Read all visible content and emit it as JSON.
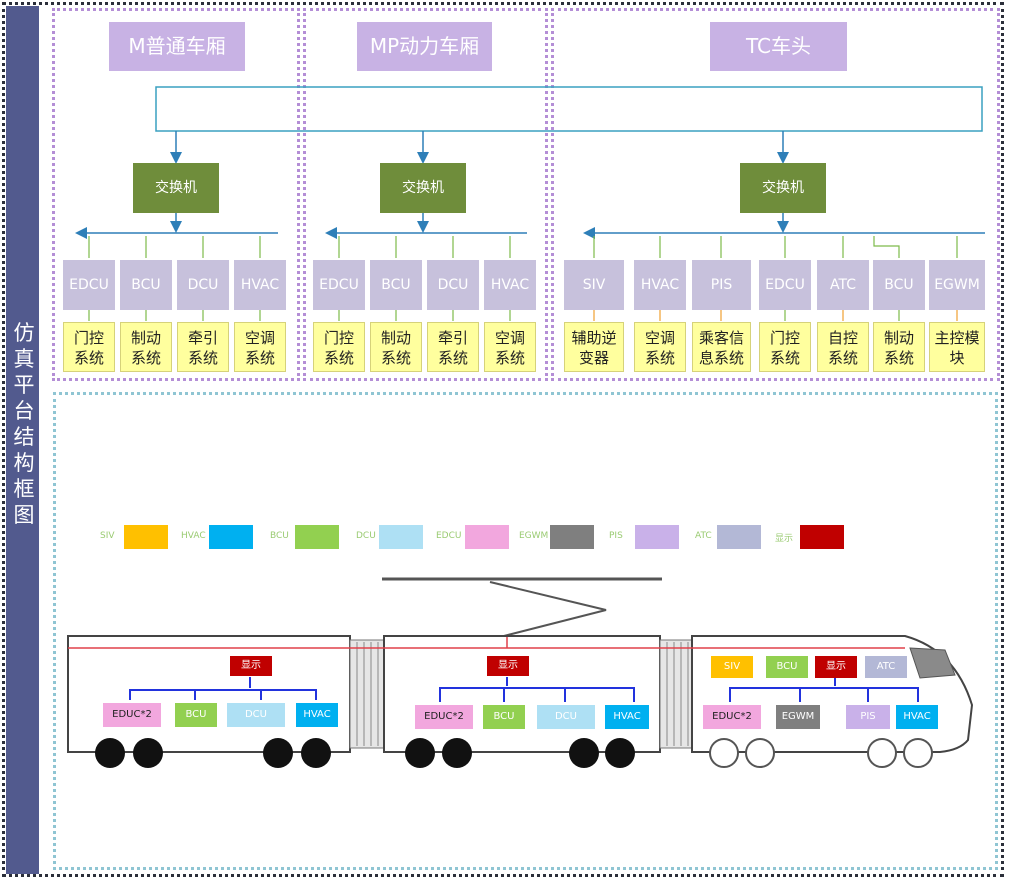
{
  "side_title": "仿真平台结构框图",
  "sections": {
    "m": {
      "title": "M普通车厢",
      "switch": "交换机",
      "modules": [
        "EDCU",
        "BCU",
        "DCU",
        "HVAC"
      ],
      "systems": [
        "门控系统",
        "制动系统",
        "牵引系统",
        "空调系统"
      ]
    },
    "mp": {
      "title": "MP动力车厢",
      "switch": "交换机",
      "modules": [
        "EDCU",
        "BCU",
        "DCU",
        "HVAC"
      ],
      "systems": [
        "门控系统",
        "制动系统",
        "牵引系统",
        "空调系统"
      ]
    },
    "tc": {
      "title": "TC车头",
      "switch": "交换机",
      "modules": [
        "SIV",
        "HVAC",
        "PIS",
        "EDCU",
        "ATC",
        "BCU",
        "EGWM"
      ],
      "systems": [
        "辅助逆变器",
        "空调系统",
        "乘客信息系统",
        "门控系统",
        "自控系统",
        "制动系统",
        "主控模块"
      ]
    }
  },
  "legend": [
    {
      "label": "SIV",
      "color": "#ffc000"
    },
    {
      "label": "HVAC",
      "color": "#00b0f0"
    },
    {
      "label": "BCU",
      "color": "#92d050"
    },
    {
      "label": "DCU",
      "color": "#aee0f4"
    },
    {
      "label": "EDCU",
      "color": "#f2a7de"
    },
    {
      "label": "EGWM",
      "color": "#7f7f7f"
    },
    {
      "label": "PIS",
      "color": "#c9b1e9"
    },
    {
      "label": "ATC",
      "color": "#b3b8d6"
    },
    {
      "label": "显示",
      "color": "#c00000"
    }
  ],
  "train": {
    "car1": {
      "display": "显示",
      "units": [
        "EDUC*2",
        "BCU",
        "DCU",
        "HVAC"
      ]
    },
    "car2": {
      "display": "显示",
      "units": [
        "EDUC*2",
        "BCU",
        "DCU",
        "HVAC"
      ]
    },
    "car3": {
      "display": "显示",
      "top_units": [
        "SIV",
        "BCU",
        "ATC"
      ],
      "units": [
        "EDUC*2",
        "EGWM",
        "PIS",
        "HVAC"
      ]
    }
  }
}
